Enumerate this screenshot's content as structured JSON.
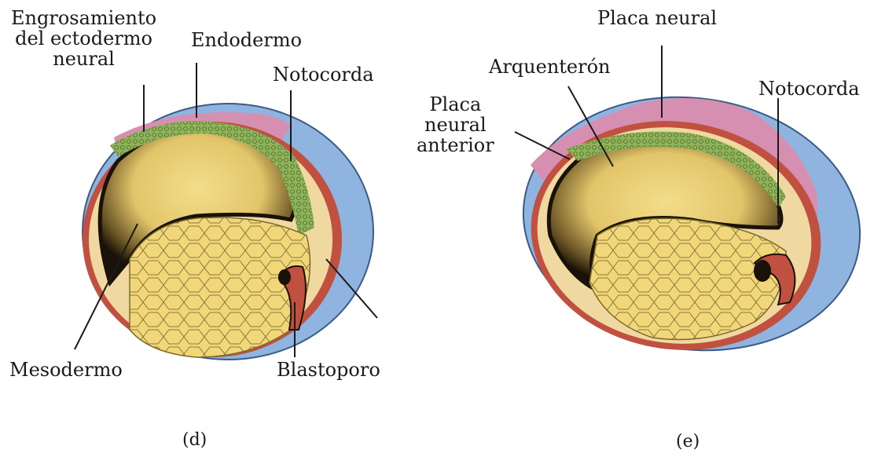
{
  "figure_d": {
    "caption": "(d)",
    "labels": {
      "engrosamiento": "Engrosamiento\ndel ectodermo\nneural",
      "endodermo": "Endodermo",
      "notocorda": "Notocorda",
      "mesodermo": "Mesodermo",
      "blastoporo": "Blastoporo"
    }
  },
  "figure_e": {
    "caption": "(e)",
    "labels": {
      "placa_neural": "Placa neural",
      "arquenteron": "Arquenterón",
      "placa_neural_anterior": "Placa\nneural\nanterior",
      "notocorda": "Notocorda"
    }
  },
  "colors": {
    "ectoderm_blue": "#8fb4e0",
    "neural_pink": "#d68fb0",
    "endoderm_green": "#8fb35a",
    "yolk_yellow": "#f2d77a",
    "mesoderm_red": "#c0503f",
    "cavity_dark": "#1a1208"
  }
}
